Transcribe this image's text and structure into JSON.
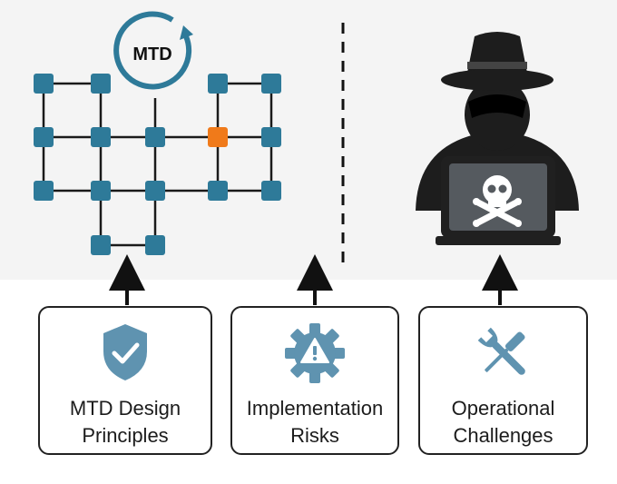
{
  "rotation_badge": {
    "label": "MTD",
    "icon": "refresh-arrow-icon"
  },
  "network": {
    "node_color": "#2e7a99",
    "highlight_color": "#f07a1a",
    "highlighted_node": "moved-node"
  },
  "attacker": {
    "icon": "hacker-icon",
    "screen_icon": "skull-crossbones-icon",
    "color": "#1d1d1d"
  },
  "colors": {
    "background_top": "#f4f4f4",
    "icon_blue": "#5f93b0",
    "border": "#222222"
  },
  "cards": [
    {
      "icon": "shield-check-icon",
      "line1": "MTD Design",
      "line2": "Principles"
    },
    {
      "icon": "gear-warning-icon",
      "line1": "Implementation",
      "line2": "Risks"
    },
    {
      "icon": "wrench-screwdriver-icon",
      "line1": "Operational",
      "line2": "Challenges"
    }
  ]
}
